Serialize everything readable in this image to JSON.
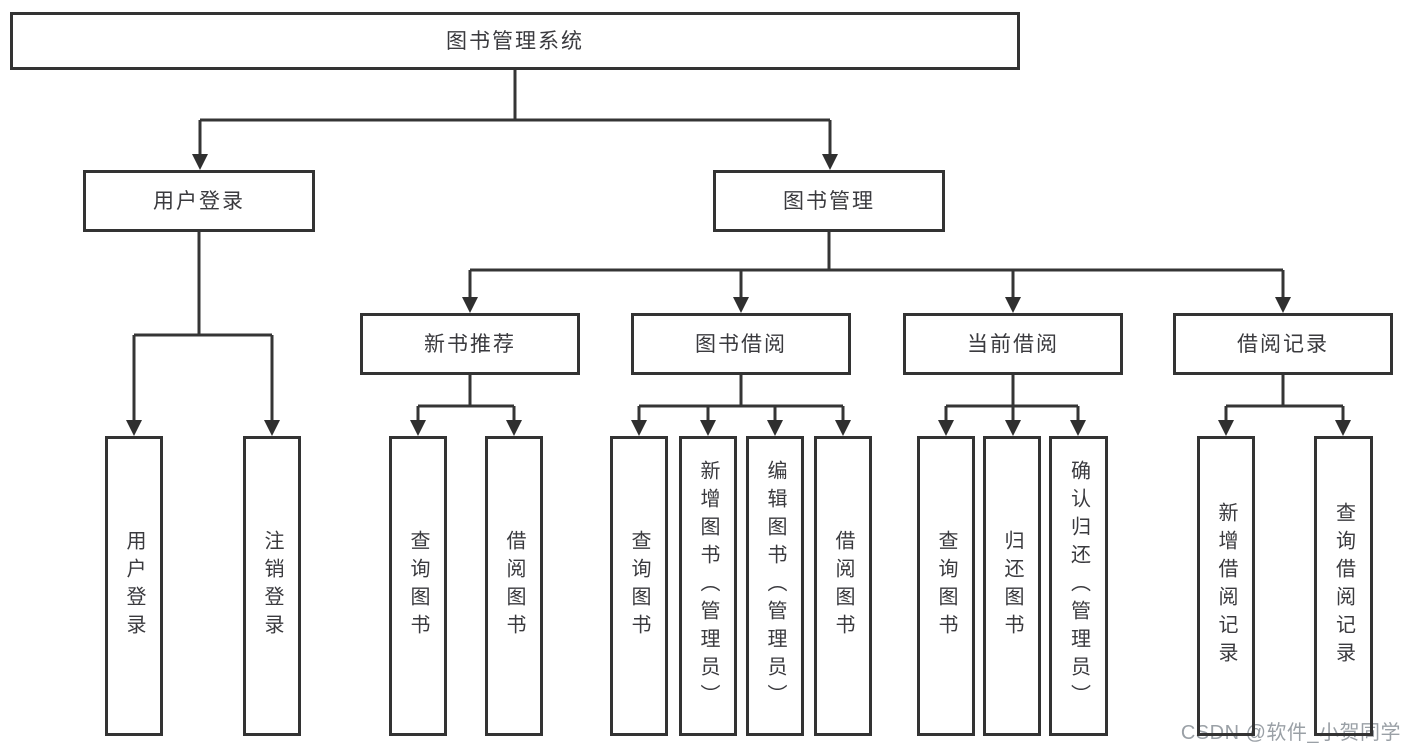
{
  "diagram": {
    "tree": {
      "label": "图书管理系统",
      "children": [
        {
          "label": "用户登录",
          "children": [
            {
              "label": "用户登录"
            },
            {
              "label": "注销登录"
            }
          ]
        },
        {
          "label": "图书管理",
          "children": [
            {
              "label": "新书推荐",
              "children": [
                {
                  "label": "查询图书"
                },
                {
                  "label": "借阅图书"
                }
              ]
            },
            {
              "label": "图书借阅",
              "children": [
                {
                  "label": "查询图书"
                },
                {
                  "label": "新增图书（管理员）"
                },
                {
                  "label": "编辑图书（管理员）"
                },
                {
                  "label": "借阅图书"
                }
              ]
            },
            {
              "label": "当前借阅",
              "children": [
                {
                  "label": "查询图书"
                },
                {
                  "label": "归还图书"
                },
                {
                  "label": "确认归还（管理员）"
                }
              ]
            },
            {
              "label": "借阅记录",
              "children": [
                {
                  "label": "新增借阅记录"
                },
                {
                  "label": "查询借阅记录"
                }
              ]
            }
          ]
        }
      ]
    },
    "colors": {
      "line": "#353535",
      "node_border": "#333333",
      "node_text": "#3a3a3e",
      "background": "#ffffff",
      "watermark_text": "#9aa0a6"
    }
  },
  "watermark": {
    "text": "CSDN @软件_小贺同学"
  }
}
